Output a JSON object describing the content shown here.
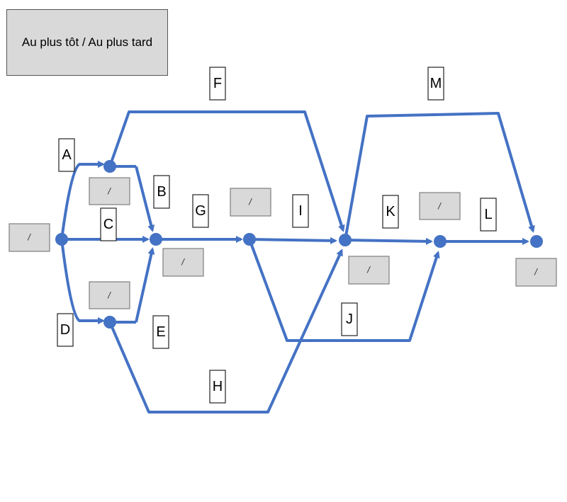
{
  "legend": {
    "text": "Au plus tôt / Au plus tard"
  },
  "edge_color": "#4472c4",
  "node_date_text": "/",
  "activities": [
    "A",
    "B",
    "C",
    "D",
    "E",
    "F",
    "G",
    "H",
    "I",
    "J",
    "K",
    "L",
    "M"
  ],
  "nodes": [
    "start",
    "after-a",
    "after-d",
    "merge-abcde",
    "after-g",
    "merge-fhi",
    "merge-jk",
    "end"
  ],
  "dates": [
    {
      "node": "start",
      "value": "/"
    },
    {
      "node": "after-a",
      "value": "/"
    },
    {
      "node": "after-d",
      "value": "/"
    },
    {
      "node": "merge-abcde",
      "value": "/"
    },
    {
      "node": "after-g",
      "value": "/"
    },
    {
      "node": "merge-fhi",
      "value": "/"
    },
    {
      "node": "merge-jk",
      "value": "/"
    },
    {
      "node": "end",
      "value": "/"
    }
  ]
}
